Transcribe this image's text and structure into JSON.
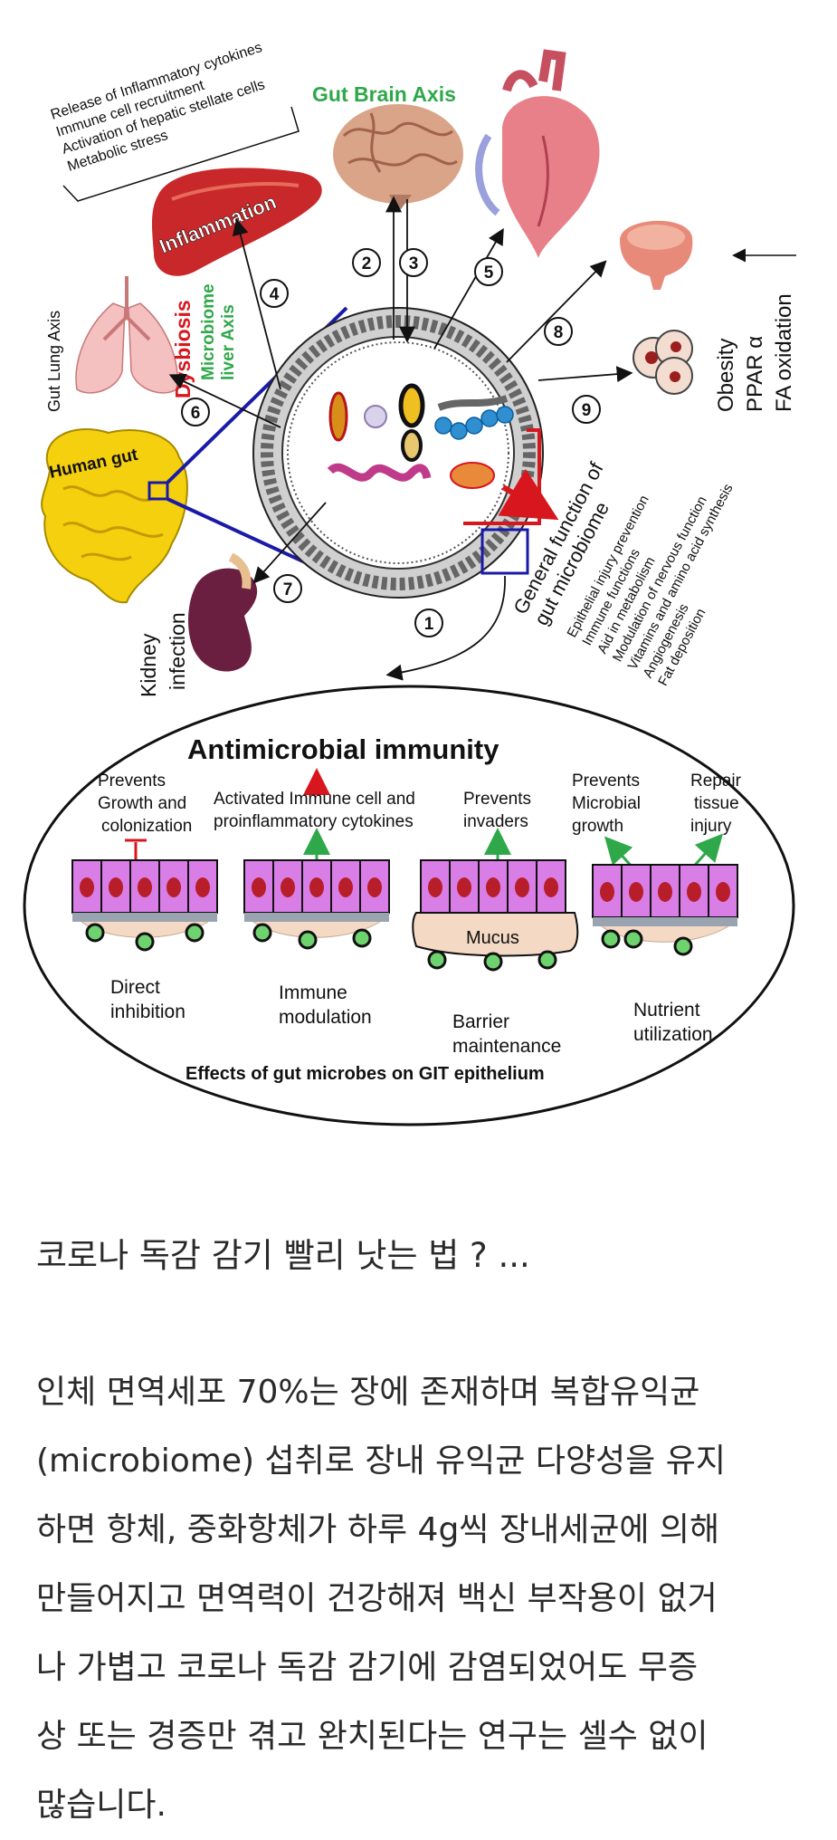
{
  "figure": {
    "labels": {
      "inflammation_effects": [
        "Release of Inflammatory cytokines",
        "Immune cell recruitment",
        "Activation of hepatic stellate cells",
        "Metabolic stress"
      ],
      "gut_brain_axis": "Gut Brain Axis",
      "inflammation": "Inflammation",
      "dysbiosis": "Dysbiosis",
      "microbiome_liver_axis": [
        "Microbiome",
        "liver Axis"
      ],
      "gut_lung_axis": "Gut Lung Axis",
      "human_gut": "Human gut",
      "kidney_infection": [
        "Kidney",
        "infection"
      ],
      "obesity_lines": [
        "Obesity",
        "PPAR α",
        "FA oxidation"
      ],
      "general_function_title": [
        "General function of",
        "gut microbiome"
      ],
      "general_functions": [
        "Epithelial injury prevention",
        "Immune functions",
        "Aid in metabolism",
        "Modulation of nervous function",
        "Vitamins and amino acid synthesis",
        "Angiogenesis",
        "Fat deposition"
      ],
      "numbers": [
        "1",
        "2",
        "3",
        "4",
        "5",
        "6",
        "7",
        "8",
        "9"
      ]
    },
    "antimicrobial": {
      "title": "Antimicrobial immunity",
      "activated_line1": "Activated Immune cell  and",
      "activated_line2": "proinflammatory cytokines",
      "prevents_growth": [
        "Prevents",
        "Growth and",
        "colonization"
      ],
      "prevents_invaders": [
        "Prevents",
        "invaders"
      ],
      "prevents_microbial": [
        "Prevents",
        "Microbial",
        "growth"
      ],
      "repair_tissue": [
        "Repair",
        "tissue",
        "injury"
      ],
      "mucus": "Mucus",
      "direct_inhibition": [
        "Direct",
        "inhibition"
      ],
      "immune_modulation": [
        "Immune",
        "modulation"
      ],
      "barrier_maintenance": [
        "Barrier",
        "maintenance"
      ],
      "nutrient_utilization": [
        "Nutrient",
        "utilization"
      ],
      "caption": "Effects of  gut microbes on GIT epithelium"
    },
    "colors": {
      "blue": "#1a1aa8",
      "green": "#2fa84a",
      "red": "#d8161e",
      "dark_red": "#c01820",
      "cell_pink": "#d87ee6",
      "nucleus": "#b81e2a"
    }
  },
  "post": {
    "title": "코로나 독감 감기 빨리 낫는 법 ? ...",
    "body_lines": [
      "인체 면역세포 70%는 장에 존재하며 복합유익균",
      "(microbiome) 섭취로 장내 유익균 다양성을 유지",
      "하면 항체, 중화항체가 하루 4g씩 장내세균에 의해",
      "만들어지고 면역력이 건강해져 백신 부작용이 없거",
      "나 가볍고 코로나 독감 감기에 감염되었어도 무증",
      "상 또는 경증만 겪고 완치된다는 연구는 셀수 없이",
      "많습니다."
    ]
  }
}
